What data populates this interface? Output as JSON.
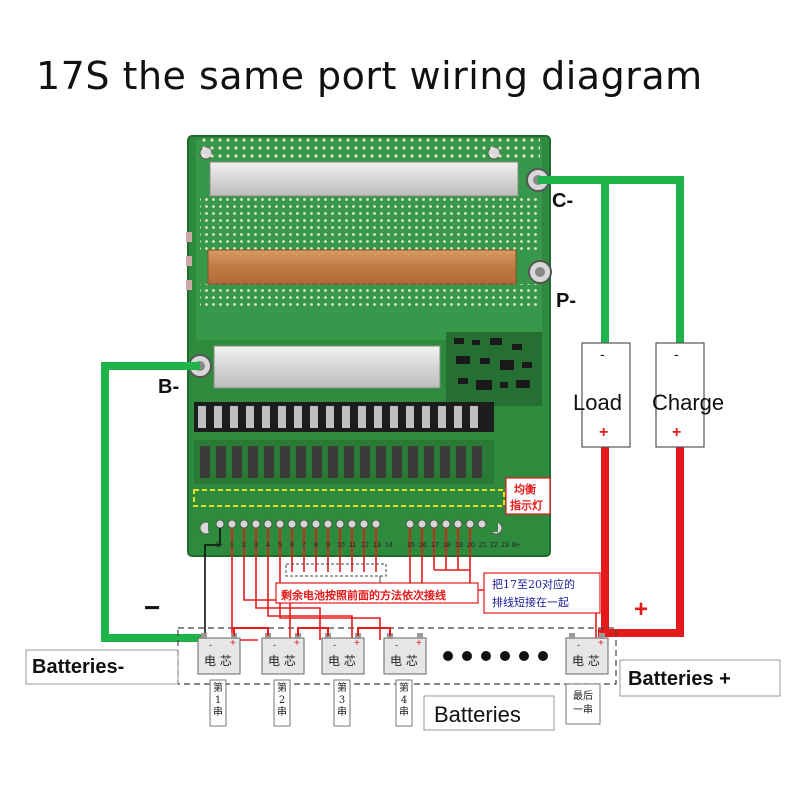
{
  "title": "17S the same port wiring diagram",
  "terminals": {
    "c_minus": "C-",
    "p_minus": "P-",
    "b_minus": "B-"
  },
  "devices": {
    "load": {
      "label": "Load",
      "minus": "-",
      "plus": "+"
    },
    "charge": {
      "label": "Charge",
      "minus": "-",
      "plus": "+"
    }
  },
  "battery_labels": {
    "negative": "Batteries-",
    "positive": "Batteries +",
    "middle": "Batteries",
    "minus_sign": "−",
    "plus_sign": "+"
  },
  "annotations": {
    "balance_led": [
      "均衡",
      "指示灯"
    ],
    "remaining_wiring": "剩余电池按照前面的方法依次接线",
    "short_17_20": [
      "把17至20对应的",
      "排线短接在一起"
    ]
  },
  "pins": [
    "B-",
    "1",
    "2",
    "3",
    "4",
    "5",
    "6",
    "7",
    "8",
    "9",
    "10",
    "11",
    "12",
    "13",
    "14",
    "15",
    "16",
    "17",
    "18",
    "19",
    "20",
    "21",
    "22",
    "23",
    "B+"
  ],
  "cells": [
    {
      "text": "电 芯",
      "order": [
        "第",
        "1",
        "串"
      ],
      "plus": "+",
      "minus": "-"
    },
    {
      "text": "电 芯",
      "order": [
        "第",
        "2",
        "串"
      ],
      "plus": "+",
      "minus": "-"
    },
    {
      "text": "电 芯",
      "order": [
        "第",
        "3",
        "串"
      ],
      "plus": "+",
      "minus": "-"
    },
    {
      "text": "电 芯",
      "order": [
        "第",
        "4",
        "串"
      ],
      "plus": "+",
      "minus": "-"
    },
    {
      "text": "电 芯",
      "order": [
        "最后",
        "一串"
      ],
      "plus": "+",
      "minus": "-"
    }
  ],
  "colors": {
    "green_wire": "#1eb44a",
    "red_wire": "#e51a1a",
    "pcb": "#2e8a3c",
    "copper": "#c8804a",
    "annotation": "#e51a1a"
  }
}
